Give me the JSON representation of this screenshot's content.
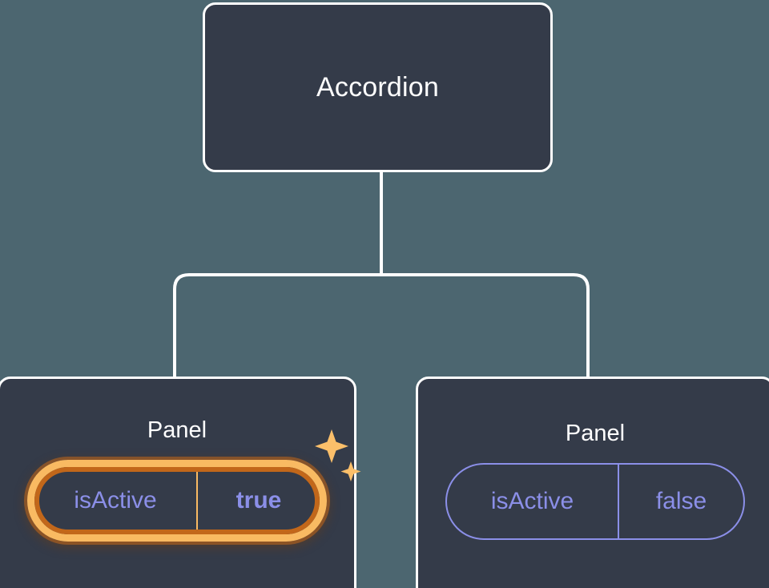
{
  "canvas": {
    "background_color": "#4c6670",
    "node_fill_color": "#343b49",
    "node_border_color": "#ffffff",
    "edge_color": "#ffffff",
    "accent_highlight_color": "#f9ba62",
    "accent_highlight_glow_color": "#c2671a",
    "prop_text_color": "#8b8fe8"
  },
  "tree": {
    "root": {
      "title": "Accordion"
    },
    "children": [
      {
        "title": "Panel",
        "highlighted": true,
        "prop": {
          "key": "isActive",
          "value": "true"
        },
        "sparkle_icon": "sparkles-icon"
      },
      {
        "title": "Panel",
        "highlighted": false,
        "prop": {
          "key": "isActive",
          "value": "false"
        }
      }
    ]
  }
}
